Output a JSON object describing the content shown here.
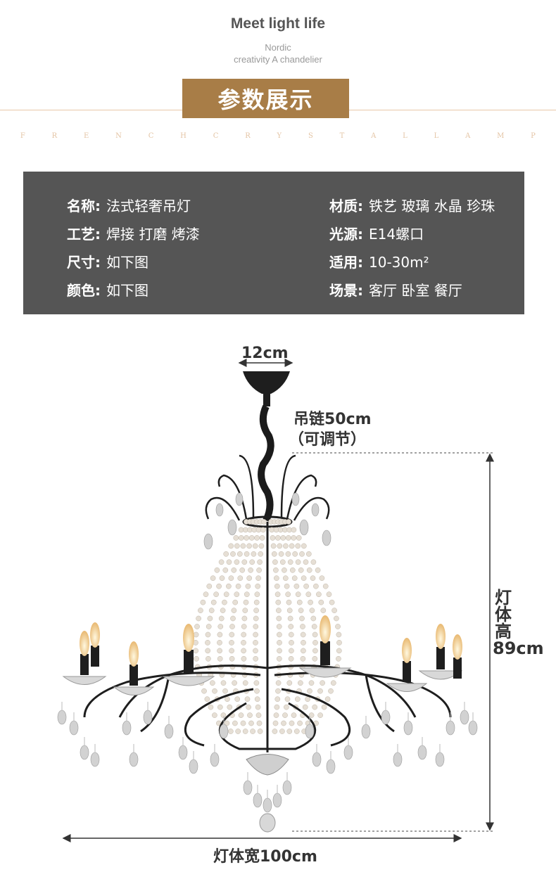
{
  "header": {
    "headline": "Meet light life",
    "sub_line1": "Nordic",
    "sub_line2": "creativity A chandelier",
    "banner": "参数展示",
    "spaced_letters": [
      "F",
      "R",
      "E",
      "N",
      "C",
      "H",
      "C",
      "R",
      "Y",
      "S",
      "T",
      "A",
      "L",
      "L",
      "A",
      "M",
      "P"
    ]
  },
  "specs": {
    "name_key": "名称:",
    "name_val": "法式轻奢吊灯",
    "material_key": "材质:",
    "material_val": "铁艺 玻璃 水晶 珍珠",
    "craft_key": "工艺:",
    "craft_val": "焊接 打磨 烤漆",
    "light_key": "光源:",
    "light_val": "E14螺口",
    "size_key": "尺寸:",
    "size_val": "如下图",
    "area_key": "适用:",
    "area_val": "10-30m²",
    "color_key": "颜色:",
    "color_val": "如下图",
    "scene_key": "场景:",
    "scene_val": "客厅 卧室 餐厅"
  },
  "dimensions": {
    "canopy": "12cm",
    "chain_line1": "吊链50cm",
    "chain_line2": "（可调节）",
    "height": "灯体高89cm",
    "width": "灯体宽100cm"
  },
  "colors": {
    "banner_bg": "#a87d47",
    "spec_bg": "#555555",
    "metal": "#222222",
    "pearl": "#e6dfd5",
    "crystal": "#c8c8c8",
    "flame": "#f4d7a0"
  }
}
